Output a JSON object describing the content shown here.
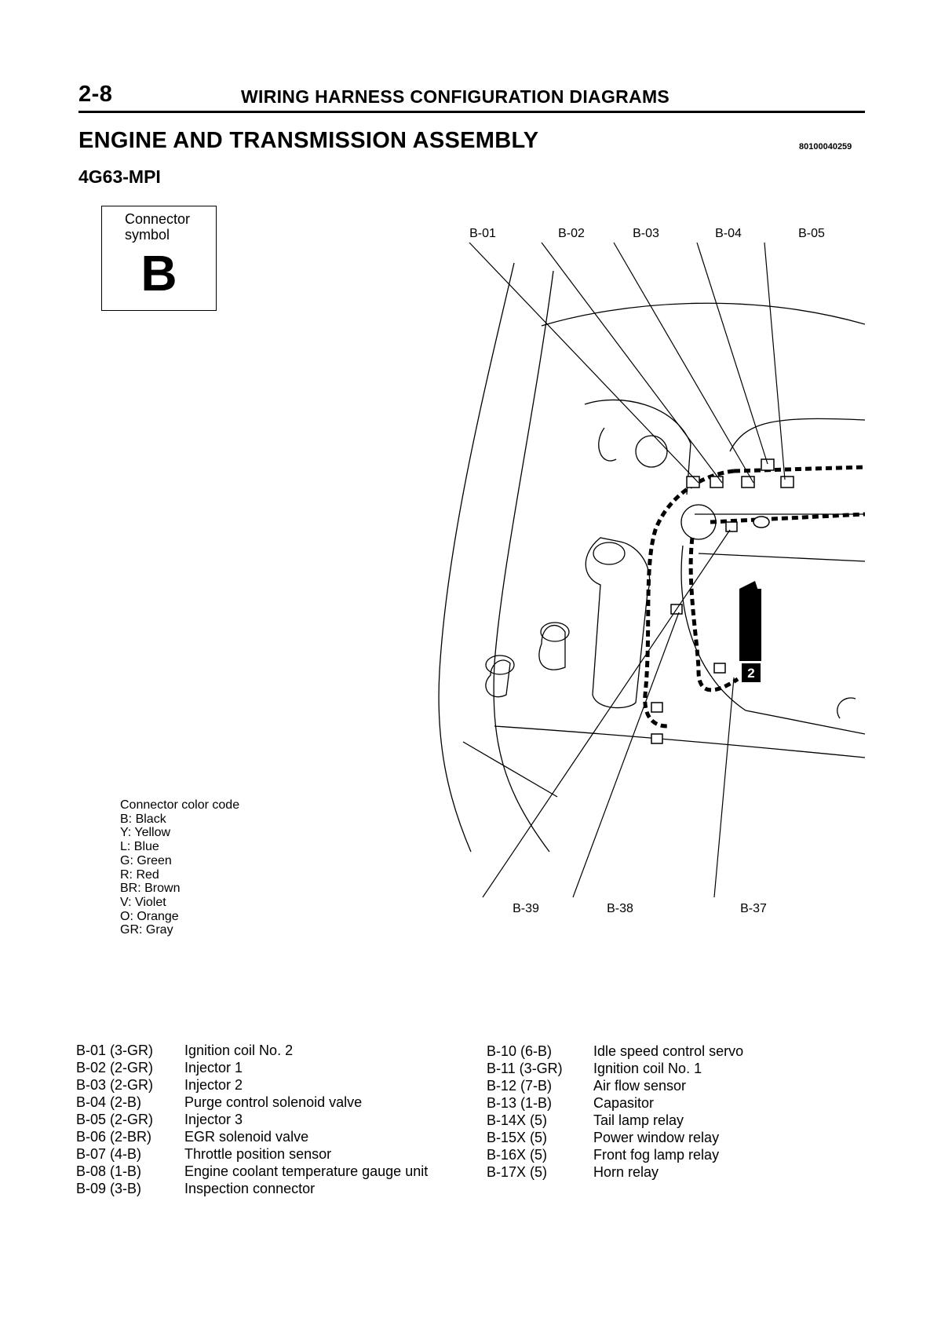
{
  "header": {
    "page_number": "2-8",
    "title": "WIRING HARNESS CONFIGURATION DIAGRAMS"
  },
  "section": {
    "title": "ENGINE AND TRANSMISSION ASSEMBLY",
    "doc_id": "80100040259",
    "engine_code": "4G63-MPI"
  },
  "connector_symbol": {
    "label": "Connector symbol",
    "letter": "B"
  },
  "color_code": {
    "title": "Connector color code",
    "items": [
      "B: Black",
      "Y: Yellow",
      "L: Blue",
      "G: Green",
      "R: Red",
      "BR: Brown",
      "V: Violet",
      "O: Orange",
      "GR: Gray"
    ]
  },
  "diagram": {
    "top_callouts": [
      "B-01",
      "B-02",
      "B-03",
      "B-04",
      "B-05"
    ],
    "bottom_callouts": [
      "B-39",
      "B-38",
      "B-37"
    ],
    "marker": "2"
  },
  "connectors_left": [
    {
      "code": "B-01 (3-GR)",
      "name": "Ignition coil No. 2"
    },
    {
      "code": "B-02 (2-GR)",
      "name": "Injector 1"
    },
    {
      "code": "B-03 (2-GR)",
      "name": "Injector 2"
    },
    {
      "code": "B-04 (2-B)",
      "name": "Purge control solenoid valve"
    },
    {
      "code": "B-05 (2-GR)",
      "name": "Injector 3"
    },
    {
      "code": "B-06 (2-BR)",
      "name": "EGR solenoid valve"
    },
    {
      "code": "B-07 (4-B)",
      "name": "Throttle position sensor"
    },
    {
      "code": "B-08 (1-B)",
      "name": "Engine coolant temperature gauge unit"
    },
    {
      "code": "B-09 (3-B)",
      "name": "Inspection connector"
    }
  ],
  "connectors_right": [
    {
      "code": "B-10 (6-B)",
      "name": "Idle speed control servo"
    },
    {
      "code": "B-11 (3-GR)",
      "name": "Ignition coil No. 1"
    },
    {
      "code": "B-12 (7-B)",
      "name": "Air flow sensor"
    },
    {
      "code": "B-13 (1-B)",
      "name": "Capasitor"
    },
    {
      "code": "B-14X (5)",
      "name": "Tail lamp relay"
    },
    {
      "code": "B-15X (5)",
      "name": "Power window relay"
    },
    {
      "code": "B-16X (5)",
      "name": "Front fog lamp relay"
    },
    {
      "code": "B-17X (5)",
      "name": "Horn relay"
    }
  ]
}
